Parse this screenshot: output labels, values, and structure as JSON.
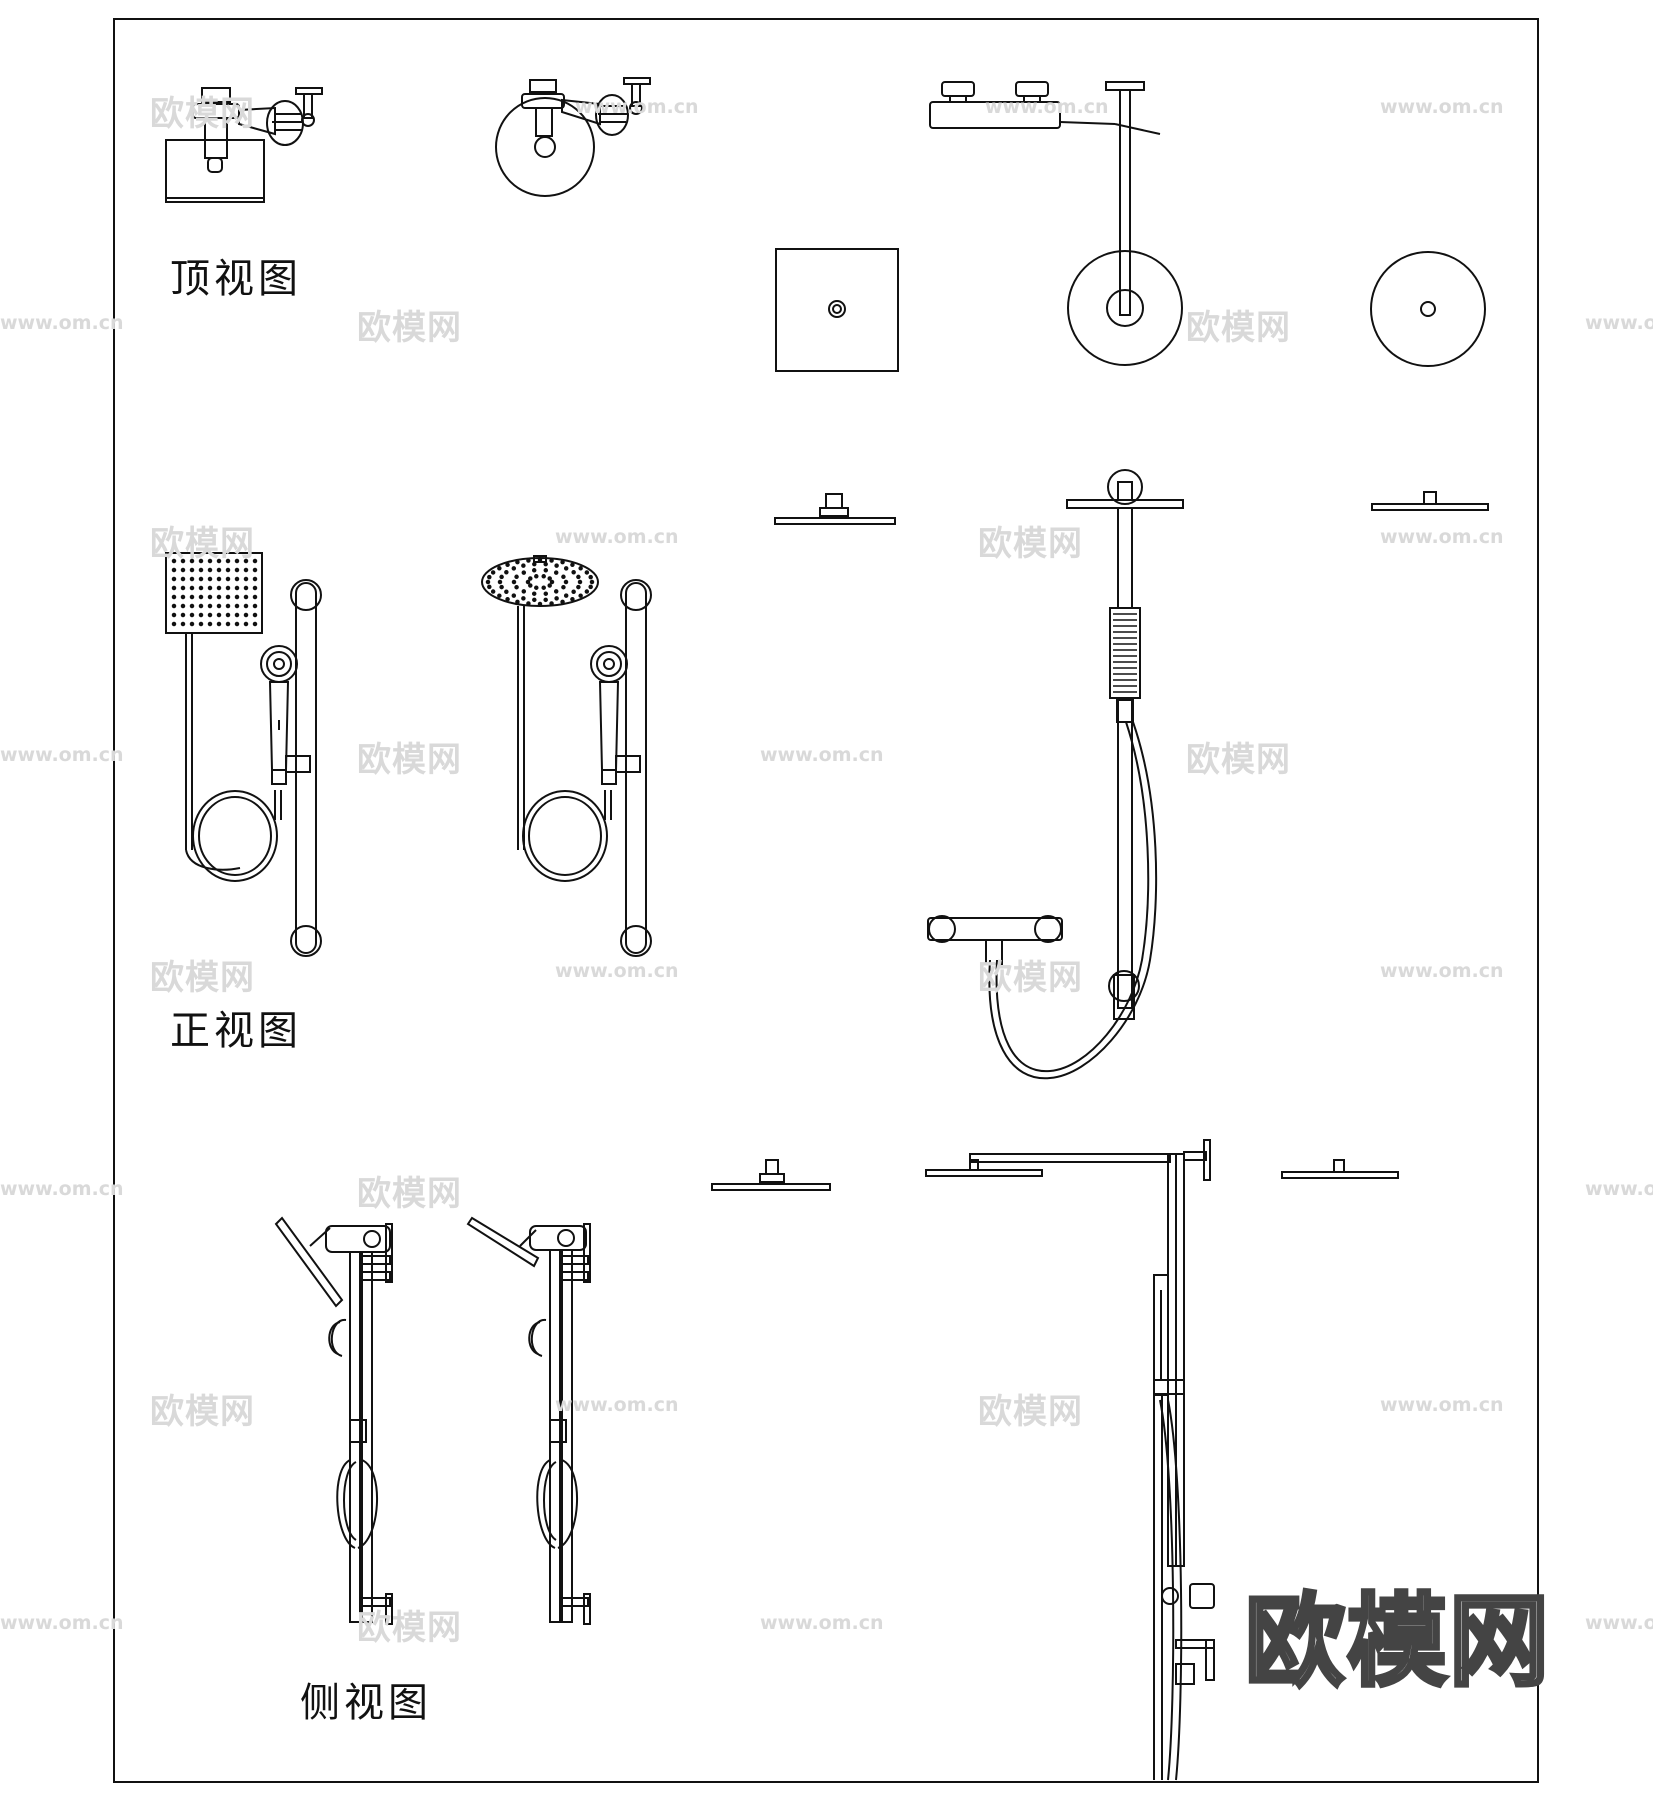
{
  "labels": {
    "top_view": "顶视图",
    "front_view": "正视图",
    "side_view": "侧视图"
  },
  "brand": "欧模网",
  "watermark_text": "欧模网",
  "watermark_url": "www.om.cn",
  "colors": {
    "line": "#111111",
    "watermark": "#d9d9d9",
    "background": "#ffffff"
  }
}
